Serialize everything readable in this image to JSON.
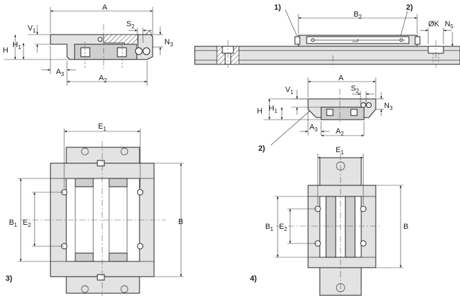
{
  "labels": {
    "A": "A",
    "A2": "A",
    "A2_sub": "2",
    "A3": "A",
    "A3_sub": "3",
    "V1": "V",
    "V1_sub": "1",
    "H": "H",
    "H1": "H",
    "H1_sub": "1",
    "S2": "S",
    "S2_sub": "2",
    "N3": "N",
    "N3_sub": "3",
    "B2": "B",
    "B2_sub": "2",
    "K": "ØK",
    "N5": "N",
    "N5_sub": "5",
    "E1": "E",
    "E1_sub": "1",
    "E2": "E",
    "E2_sub": "2",
    "B": "B",
    "B1": "B",
    "B1_sub": "1"
  },
  "callouts": {
    "c1": "1)",
    "c2": "2)",
    "c3": "3)",
    "c4": "4)"
  }
}
